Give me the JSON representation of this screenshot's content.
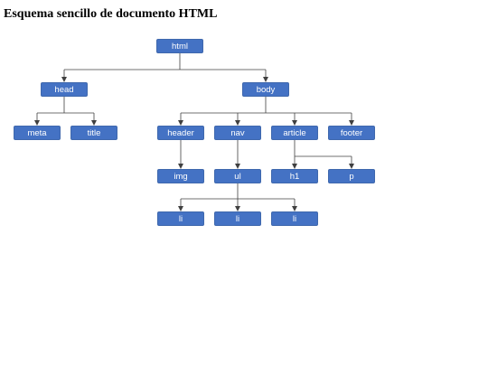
{
  "title": "Esquema sencillo de documento HTML",
  "colors": {
    "node_fill": "#4472c4",
    "connector": "#404040"
  },
  "tree": {
    "html": "html",
    "head": "head",
    "body": "body",
    "meta": "meta",
    "title": "title",
    "header": "header",
    "nav": "nav",
    "article": "article",
    "footer": "footer",
    "img": "img",
    "ul": "ul",
    "h1": "h1",
    "p": "p",
    "li_1": "li",
    "li_2": "li",
    "li_3": "li"
  },
  "edges": [
    [
      "html",
      "head"
    ],
    [
      "html",
      "body"
    ],
    [
      "head",
      "meta"
    ],
    [
      "head",
      "title"
    ],
    [
      "body",
      "header"
    ],
    [
      "body",
      "nav"
    ],
    [
      "body",
      "article"
    ],
    [
      "body",
      "footer"
    ],
    [
      "header",
      "img"
    ],
    [
      "nav",
      "ul"
    ],
    [
      "article",
      "h1"
    ],
    [
      "article",
      "p"
    ],
    [
      "ul",
      "li_1"
    ],
    [
      "ul",
      "li_2"
    ],
    [
      "ul",
      "li_3"
    ]
  ]
}
